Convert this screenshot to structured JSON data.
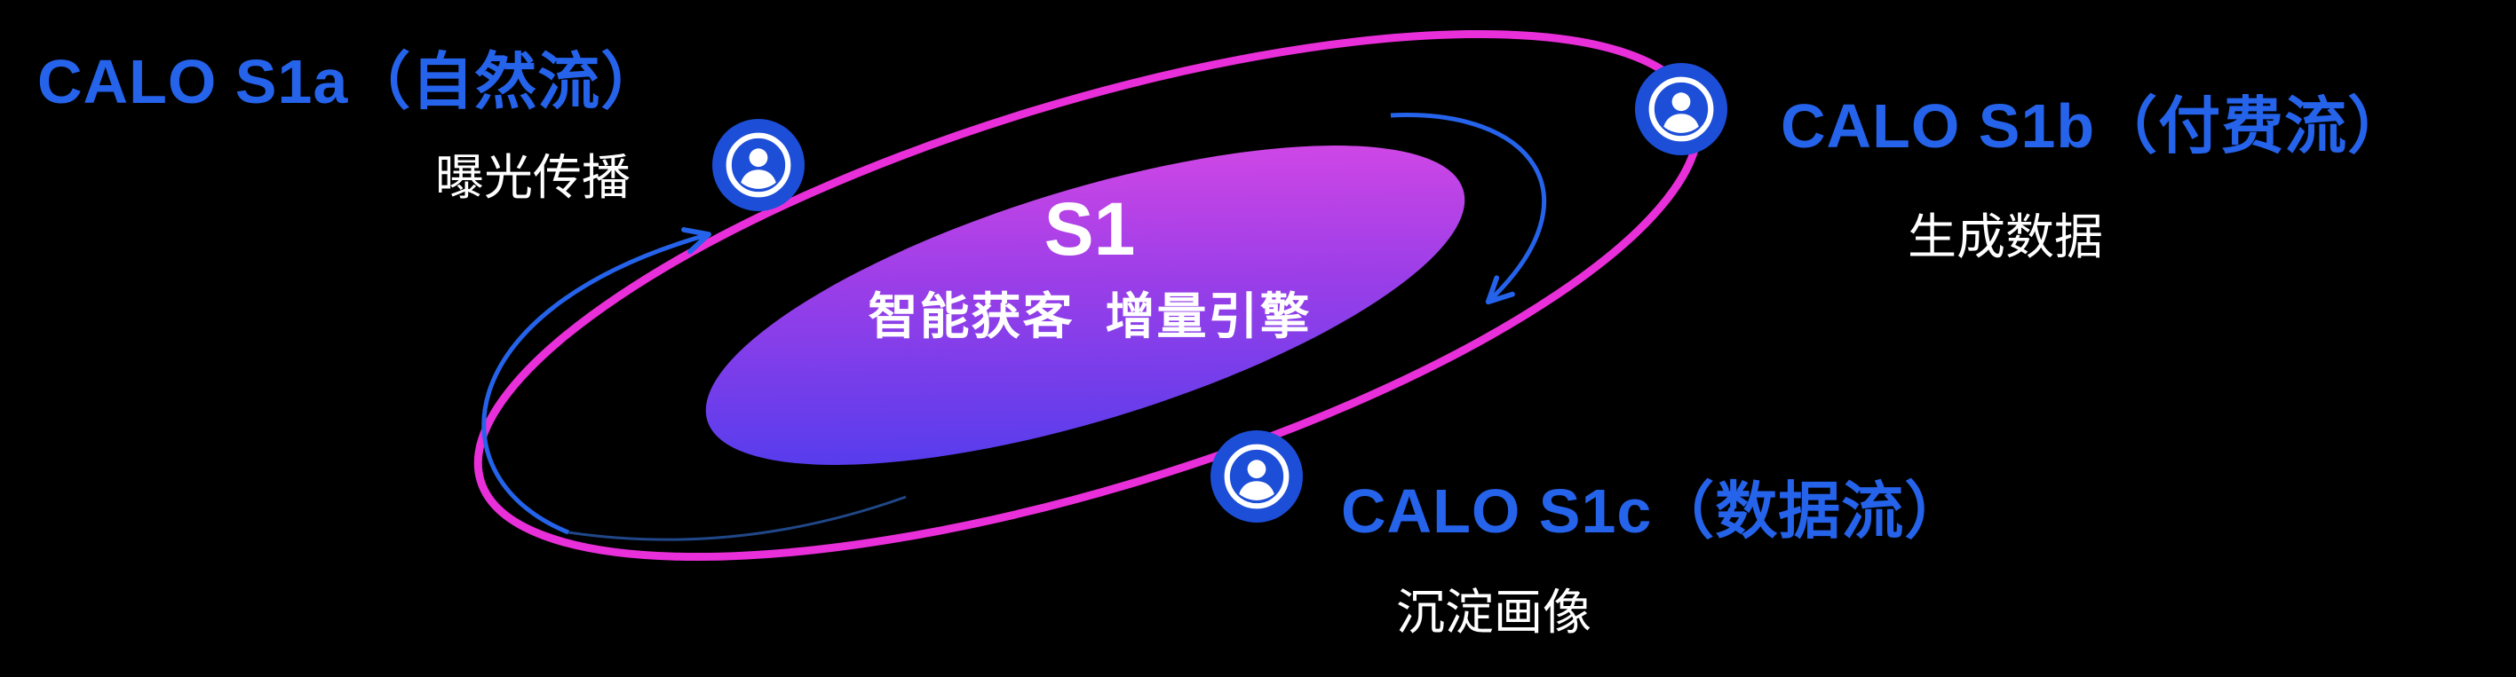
{
  "center": {
    "title": "S1",
    "subtitle": "智能获客  增量引擎"
  },
  "nodes": [
    {
      "id": "s1a",
      "label": "CALO S1a（自然流）",
      "sublabel": "曝光传播",
      "icon": "user-icon"
    },
    {
      "id": "s1b",
      "label": "CALO S1b（付费流）",
      "sublabel": "生成数据",
      "icon": "user-icon"
    },
    {
      "id": "s1c",
      "label": "CALO S1c（数据流）",
      "sublabel": "沉淀画像",
      "icon": "user-icon"
    }
  ],
  "colors": {
    "background": "#000000",
    "accent_blue": "#2563eb",
    "icon_blue": "#1d4ed8",
    "orbit_pink": "#e92fd9",
    "gradient_start": "#3f3cee",
    "gradient_end": "#e84ae4",
    "text_white": "#ffffff"
  }
}
